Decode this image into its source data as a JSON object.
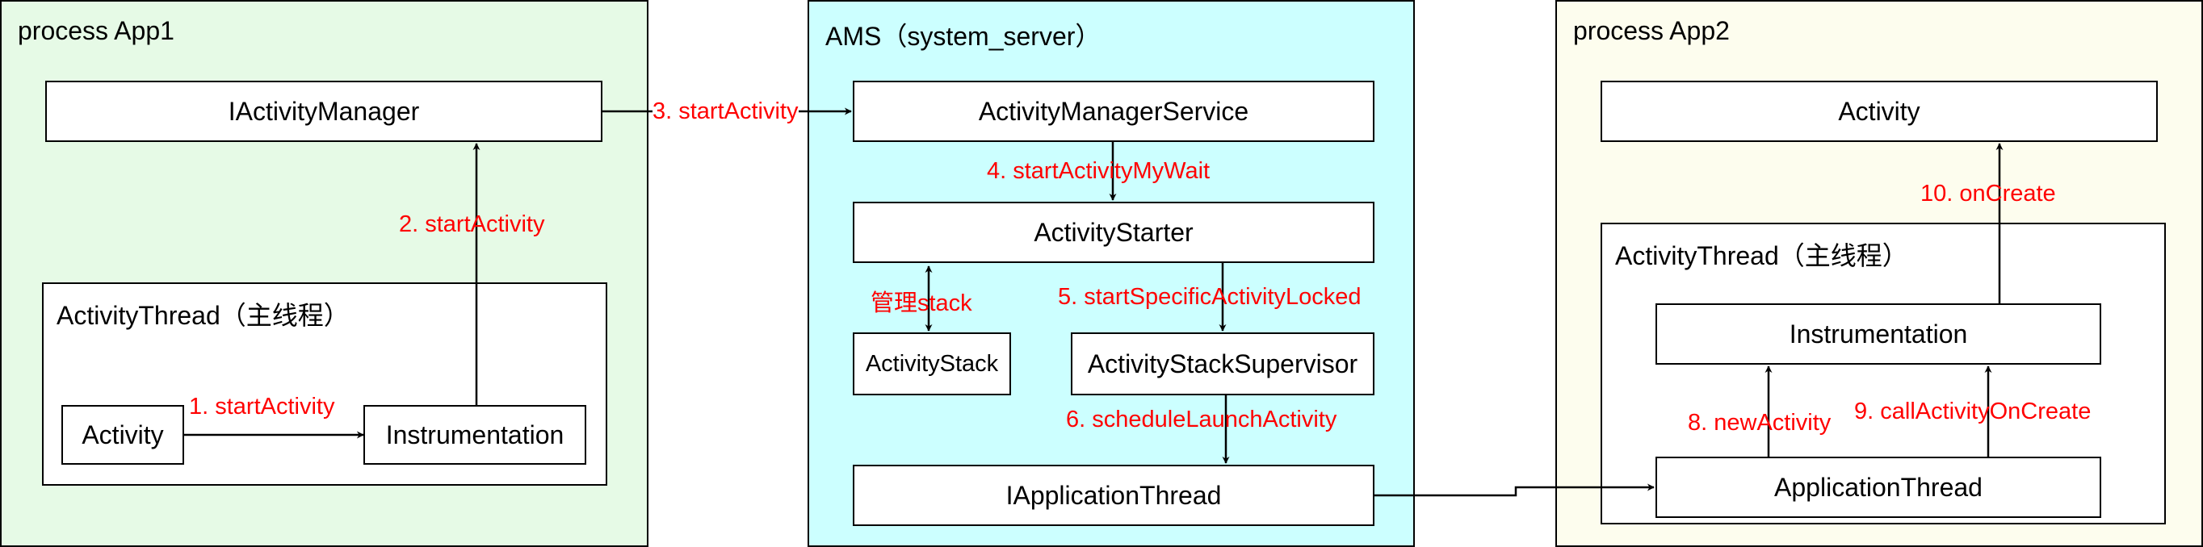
{
  "colors": {
    "app1_bg": "#e6fae6",
    "ams_bg": "#ccffff",
    "app2_bg": "#fdfdee",
    "label_red": "#ff0000",
    "line": "#000000"
  },
  "panels": {
    "app1": {
      "title": "process App1",
      "iactivity_manager": "IActivityManager",
      "activity_thread": {
        "title": "ActivityThread（主线程）",
        "activity": "Activity",
        "instrumentation": "Instrumentation"
      }
    },
    "ams": {
      "title": "AMS（system_server）",
      "activity_manager_service": "ActivityManagerService",
      "activity_starter": "ActivityStarter",
      "activity_stack": "ActivityStack",
      "activity_stack_supervisor": "ActivityStackSupervisor",
      "iapplication_thread": "IApplicationThread"
    },
    "app2": {
      "title": "process App2",
      "activity": "Activity",
      "activity_thread": {
        "title": "ActivityThread（主线程）",
        "instrumentation": "Instrumentation",
        "application_thread": "ApplicationThread"
      }
    }
  },
  "labels": {
    "step1": "1. startActivity",
    "step2": "2. startActivity",
    "step3": "3. startActivity",
    "step4": "4. startActivityMyWait",
    "manage_stack": "管理stack",
    "step5": "5. startSpecificActivityLocked",
    "step6": "6. scheduleLaunchActivity",
    "step8": "8. newActivity",
    "step9": "9. callActivityOnCreate",
    "step10": "10. onCreate"
  }
}
